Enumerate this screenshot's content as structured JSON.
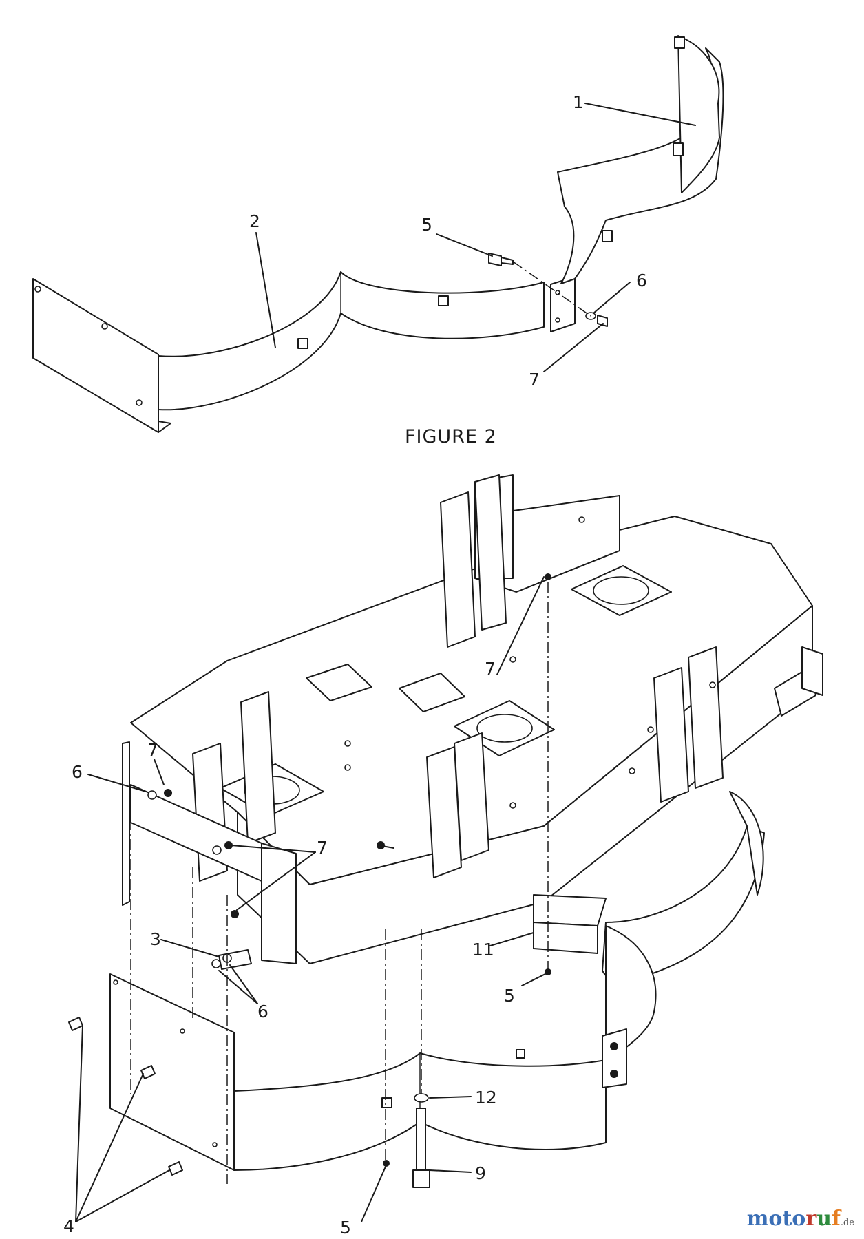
{
  "figure": {
    "title": "FIGURE 2"
  },
  "callouts": {
    "top": [
      {
        "id": "c1",
        "label": "1"
      },
      {
        "id": "c2",
        "label": "2"
      },
      {
        "id": "c5",
        "label": "5"
      },
      {
        "id": "c6",
        "label": "6"
      },
      {
        "id": "c7",
        "label": "7"
      }
    ],
    "bottom": [
      {
        "id": "d7a",
        "label": "7"
      },
      {
        "id": "d6a",
        "label": "6"
      },
      {
        "id": "d7b",
        "label": "7"
      },
      {
        "id": "d7c",
        "label": "7"
      },
      {
        "id": "d3",
        "label": "3"
      },
      {
        "id": "d6b",
        "label": "6"
      },
      {
        "id": "d11",
        "label": "11"
      },
      {
        "id": "d5a",
        "label": "5"
      },
      {
        "id": "d12",
        "label": "12"
      },
      {
        "id": "d9",
        "label": "9"
      },
      {
        "id": "d4",
        "label": "4"
      },
      {
        "id": "d5b",
        "label": "5"
      }
    ]
  },
  "watermark": {
    "brand_a": "moto",
    "brand_b": "r",
    "brand_c": "u",
    "brand_d": "f",
    "suffix": ".de"
  }
}
